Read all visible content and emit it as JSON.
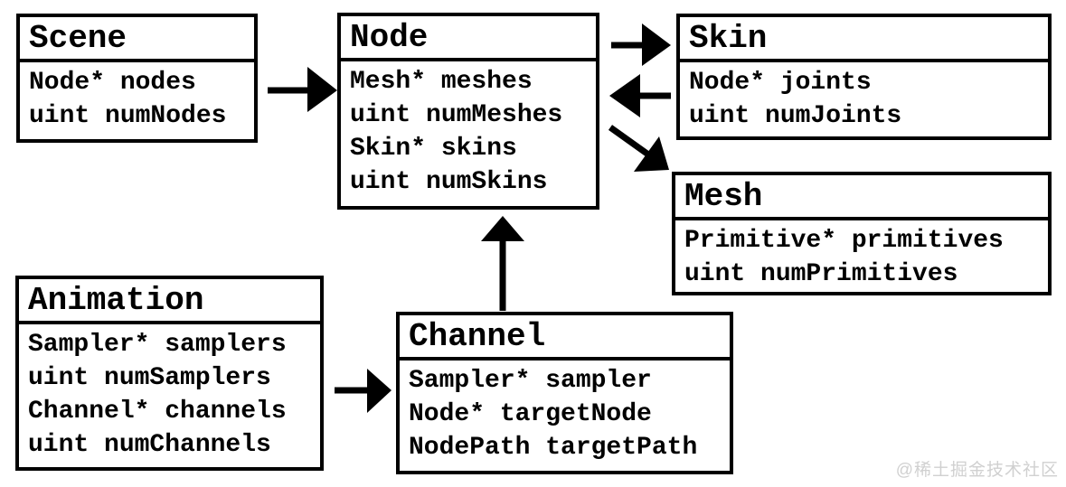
{
  "diagram": {
    "type": "uml-class-diagram",
    "colors": {
      "line": "#000000",
      "background": "#ffffff",
      "watermark": "#d0d0d0"
    },
    "classes": [
      {
        "title": "Scene",
        "fields": [
          "Node* nodes",
          "uint numNodes"
        ]
      },
      {
        "title": "Node",
        "fields": [
          "Mesh* meshes",
          "uint numMeshes",
          "Skin* skins",
          "uint numSkins"
        ]
      },
      {
        "title": "Skin",
        "fields": [
          "Node* joints",
          "uint numJoints"
        ]
      },
      {
        "title": "Mesh",
        "fields": [
          "Primitive* primitives",
          "uint numPrimitives"
        ]
      },
      {
        "title": "Animation",
        "fields": [
          "Sampler* samplers",
          "uint numSamplers",
          "Channel* channels",
          "uint numChannels"
        ]
      },
      {
        "title": "Channel",
        "fields": [
          "Sampler* sampler",
          "Node* targetNode",
          "NodePath targetPath"
        ]
      }
    ],
    "relations": [
      {
        "from": "Scene",
        "to": "Node"
      },
      {
        "from": "Node",
        "to": "Skin"
      },
      {
        "from": "Skin",
        "to": "Node"
      },
      {
        "from": "Node",
        "to": "Mesh"
      },
      {
        "from": "Animation",
        "to": "Channel"
      },
      {
        "from": "Channel",
        "to": "Node"
      }
    ]
  },
  "watermark": {
    "text": "@稀土掘金技术社区"
  }
}
